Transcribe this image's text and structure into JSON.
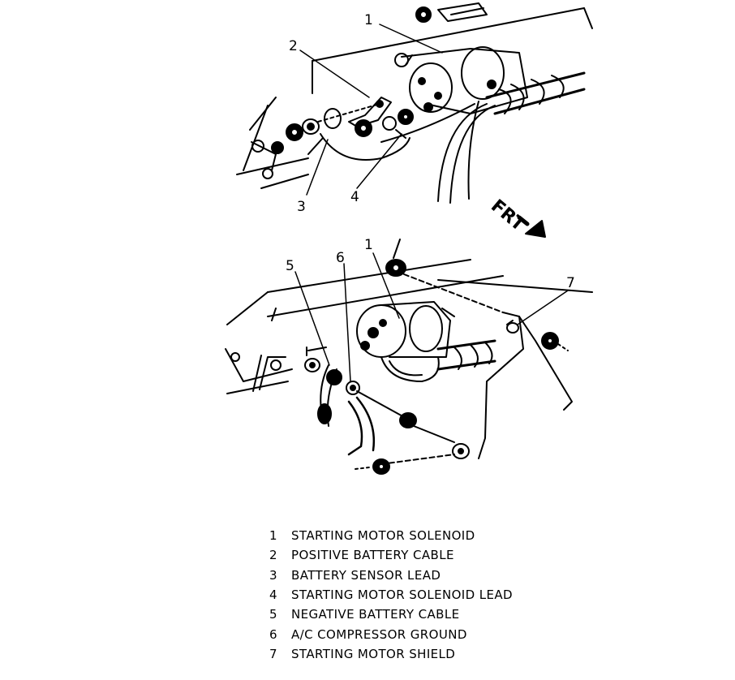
{
  "figure": {
    "top_view": {
      "callouts": [
        "1",
        "2",
        "3",
        "4"
      ]
    },
    "bottom_view": {
      "callouts": [
        "1",
        "5",
        "6",
        "7"
      ]
    },
    "direction_label": "FRT"
  },
  "legend": [
    {
      "num": "1",
      "text": "STARTING MOTOR SOLENOID"
    },
    {
      "num": "2",
      "text": "POSITIVE BATTERY CABLE"
    },
    {
      "num": "3",
      "text": "BATTERY SENSOR LEAD"
    },
    {
      "num": "4",
      "text": "STARTING MOTOR SOLENOID LEAD"
    },
    {
      "num": "5",
      "text": "NEGATIVE BATTERY CABLE"
    },
    {
      "num": "6",
      "text": "A/C COMPRESSOR GROUND"
    },
    {
      "num": "7",
      "text": "STARTING MOTOR SHIELD"
    }
  ]
}
